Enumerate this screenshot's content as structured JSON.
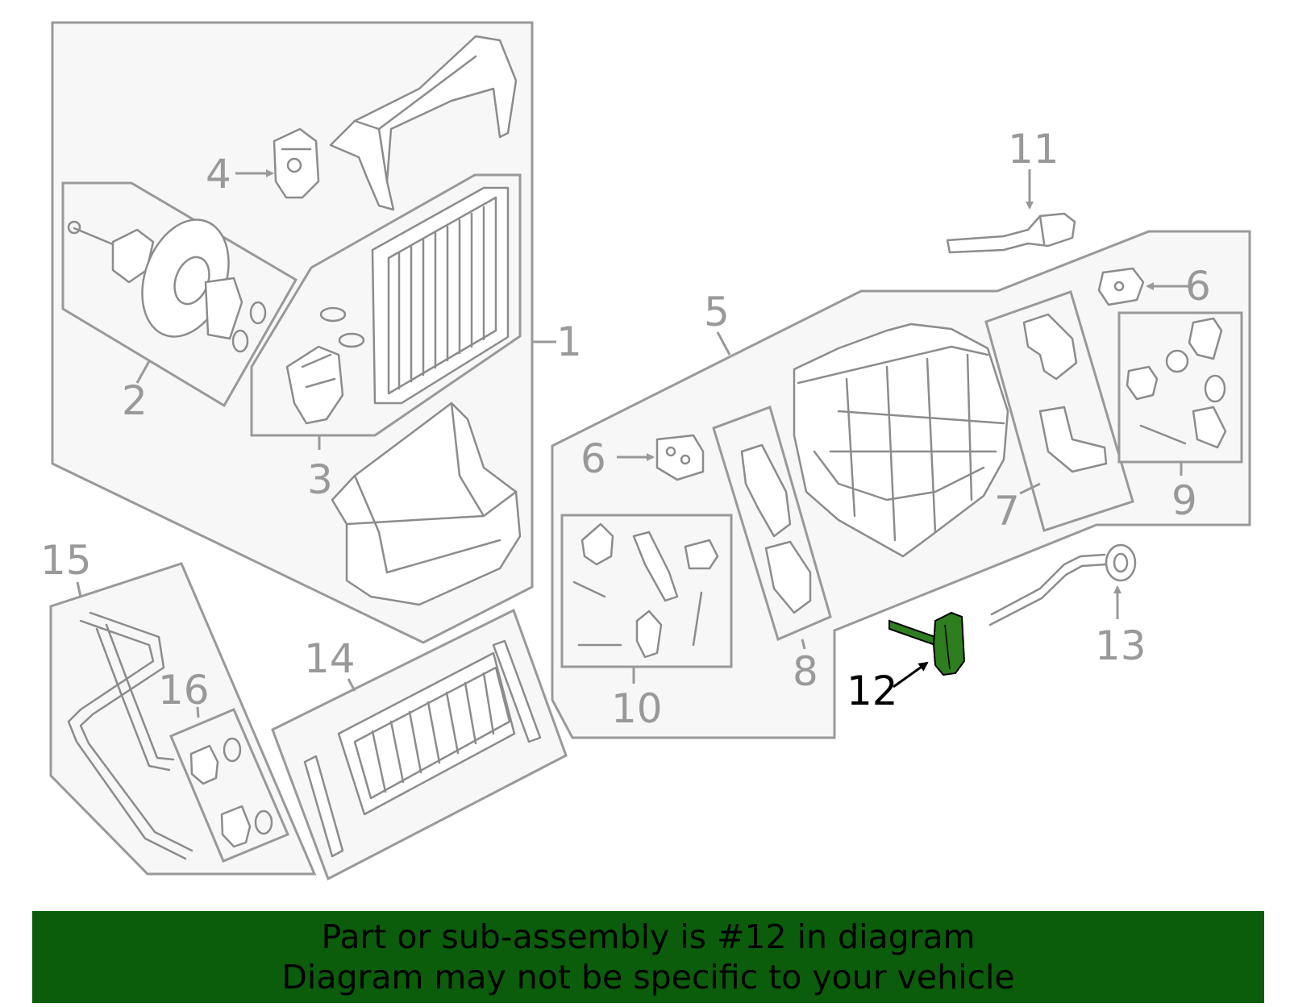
{
  "callouts": {
    "c1": "1",
    "c2": "2",
    "c3": "3",
    "c4": "4",
    "c5": "5",
    "c6a": "6",
    "c6b": "6",
    "c7": "7",
    "c8": "8",
    "c9": "9",
    "c10": "10",
    "c11": "11",
    "c12": "12",
    "c13": "13",
    "c14": "14",
    "c15": "15",
    "c16": "16"
  },
  "highlighted_part": "12",
  "colors": {
    "highlight": "#2e7d1e",
    "banner": "#0b5d0b",
    "line_gray": "#999999"
  },
  "banner": {
    "line1": "Part or sub-assembly is #12 in diagram",
    "line2": "Diagram may not be specific to your vehicle"
  }
}
